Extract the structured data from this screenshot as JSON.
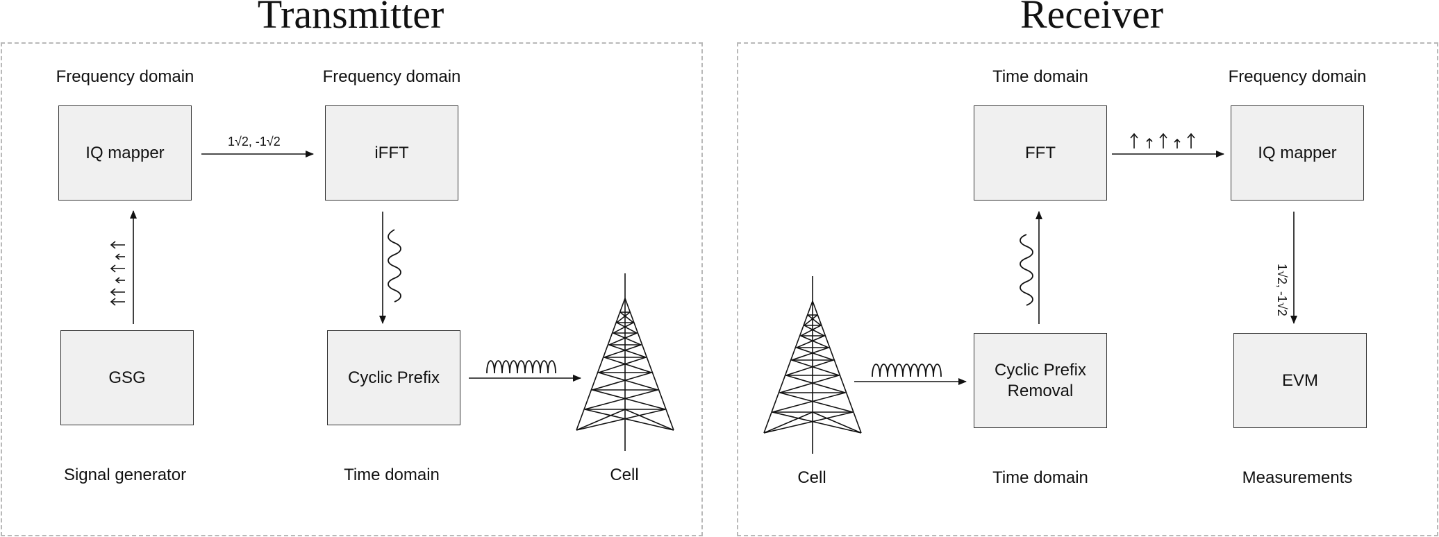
{
  "transmitter": {
    "title": "Transmitter",
    "iq_mapper": {
      "label": "IQ mapper",
      "domain": "Frequency domain"
    },
    "ifft": {
      "label": "iFFT",
      "domain": "Frequency domain"
    },
    "gsg": {
      "label": "GSG",
      "caption": "Signal generator"
    },
    "cyclic_prefix": {
      "label": "Cyclic Prefix",
      "domain": "Time domain"
    },
    "cell": {
      "caption": "Cell"
    },
    "iq_values": "1√2, -1√2"
  },
  "receiver": {
    "title": "Receiver",
    "fft": {
      "label": "FFT",
      "domain": "Time domain"
    },
    "iq_mapper": {
      "label": "IQ mapper",
      "domain": "Frequency domain"
    },
    "cp_removal": {
      "label_line1": "Cyclic Prefix",
      "label_line2": "Removal",
      "domain": "Time domain"
    },
    "evm": {
      "label": "EVM",
      "caption": "Measurements"
    },
    "cell": {
      "caption": "Cell"
    },
    "iq_values": "1√2, -1√2"
  }
}
